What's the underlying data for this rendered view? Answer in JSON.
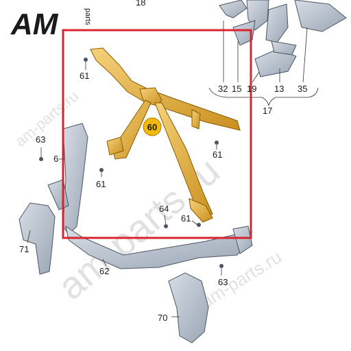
{
  "logo": {
    "brand": "AM",
    "suffix": "parts",
    "color_dark": "#1a1a1a",
    "color_accent": "#d9232e"
  },
  "watermark": {
    "text": "am-parts.ru"
  },
  "highlight": {
    "color": "#d9232e",
    "part_color": "#e8b23a",
    "badge_color": "#f2b90c"
  },
  "callouts": {
    "p18": "18",
    "p32": "32",
    "p15": "15",
    "p19": "19",
    "p13": "13",
    "p35": "35",
    "p17": "17",
    "p60": "60",
    "p61a": "61",
    "p61b": "61",
    "p61c": "61",
    "p61d": "61",
    "p63a": "63",
    "p63b": "63",
    "p64": "64",
    "p71": "71",
    "p62": "62",
    "p70": "70",
    "p6": "6"
  }
}
